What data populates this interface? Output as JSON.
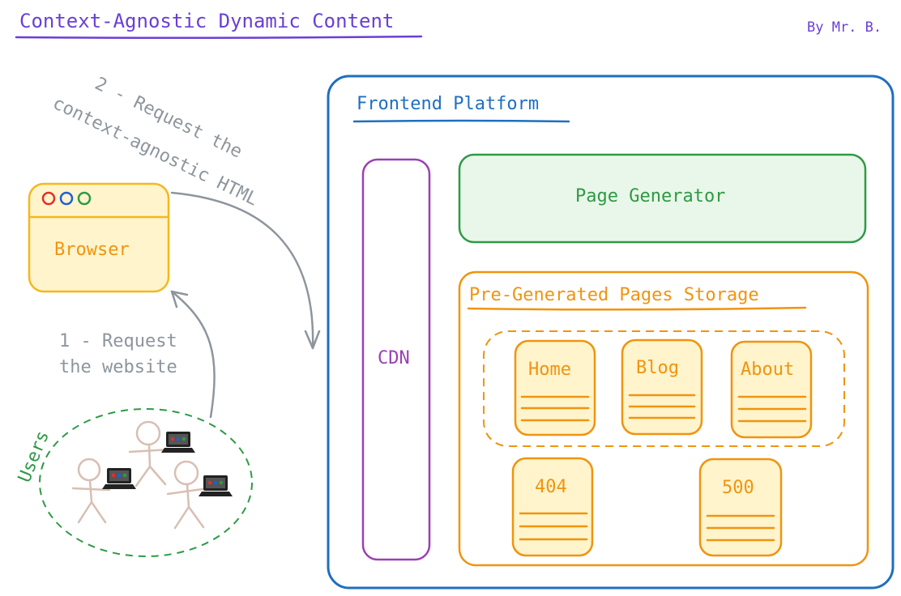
{
  "title": "Context-Agnostic Dynamic Content",
  "author": "By Mr. B.",
  "browser": {
    "label": "Browser"
  },
  "users": {
    "label": "Users"
  },
  "step1": {
    "line1": "1 - Request",
    "line2": "the website"
  },
  "step2": {
    "line1": "2 - Request the",
    "line2": "context-agnostic HTML"
  },
  "platform": {
    "title": "Frontend Platform"
  },
  "cdn": {
    "label": "CDN"
  },
  "generator": {
    "label": "Page Generator"
  },
  "storage": {
    "title": "Pre-Generated Pages Storage",
    "pages": [
      "Home",
      "Blog",
      "About"
    ],
    "errors": [
      "404",
      "500"
    ]
  },
  "colors": {
    "title": "#6a3fd6",
    "platform": "#1f6fbf",
    "cdn": "#9b3fb5",
    "generator_stroke": "#2e9a45",
    "generator_fill": "#e9f7ea",
    "storage": "#f0940f",
    "page_fill": "#fff4cc",
    "users": "#2e9a45",
    "arrow": "#8e959c"
  }
}
